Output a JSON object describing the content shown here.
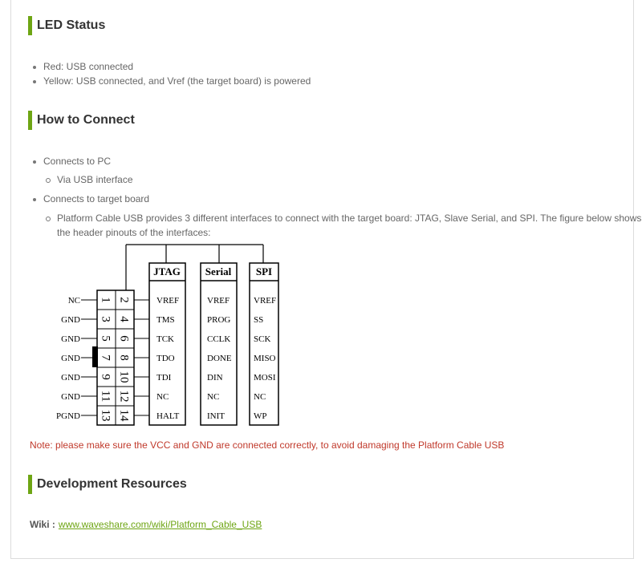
{
  "led_status": {
    "title": "LED Status",
    "items": [
      "Red: USB connected",
      "Yellow: USB connected, and Vref (the target board) is powered"
    ]
  },
  "how_to_connect": {
    "title": "How to Connect",
    "items": [
      {
        "text": "Connects to PC",
        "sub": [
          "Via USB interface"
        ]
      },
      {
        "text": "Connects to target board",
        "sub": [
          "Platform Cable USB provides 3 different interfaces to connect with the target board: JTAG, Slave Serial, and SPI. The figure below shows",
          "the header pinouts of the interfaces:"
        ]
      }
    ]
  },
  "pinout": {
    "left_labels": [
      "NC",
      "GND",
      "GND",
      "GND",
      "GND",
      "GND",
      "PGND"
    ],
    "odd_pins": [
      "1",
      "3",
      "5",
      "7",
      "9",
      "11",
      "13"
    ],
    "even_pins": [
      "2",
      "4",
      "6",
      "8",
      "10",
      "12",
      "14"
    ],
    "columns": [
      {
        "name": "JTAG",
        "signals": [
          "VREF",
          "TMS",
          "TCK",
          "TDO",
          "TDI",
          "NC",
          "HALT"
        ]
      },
      {
        "name": "Serial",
        "signals": [
          "VREF",
          "PROG",
          "CCLK",
          "DONE",
          "DIN",
          "NC",
          "INIT"
        ]
      },
      {
        "name": "SPI",
        "signals": [
          "VREF",
          "SS",
          "SCK",
          "MISO",
          "MOSI",
          "NC",
          "WP"
        ]
      }
    ]
  },
  "note": "Note: please make sure the VCC and GND are connected correctly, to avoid damaging the Platform Cable USB",
  "development": {
    "title": "Development Resources",
    "wiki_label": "Wiki :",
    "wiki_link": "www.waveshare.com/wiki/Platform_Cable_USB"
  },
  "colors": {
    "accent": "#6ea514",
    "note": "#c0392b"
  }
}
